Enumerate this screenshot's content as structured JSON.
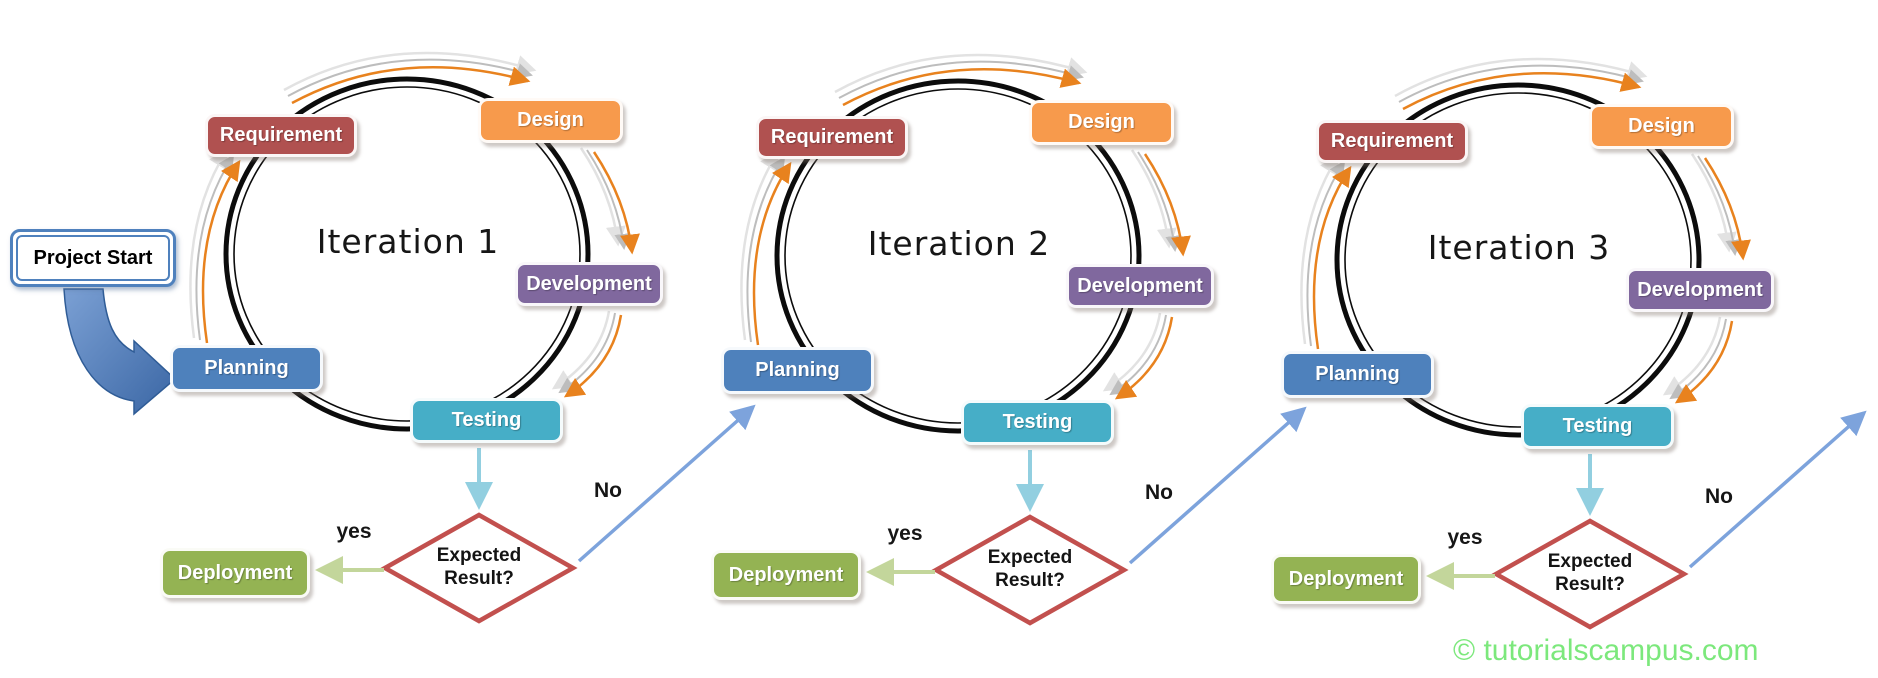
{
  "project_start": {
    "label": "Project Start"
  },
  "iterations": [
    {
      "title": "Iteration 1",
      "stages": {
        "requirement": "Requirement",
        "design": "Design",
        "development": "Development",
        "planning": "Planning",
        "testing": "Testing"
      },
      "decision": {
        "line1": "Expected",
        "line2": "Result?"
      },
      "deployment_label": "Deployment",
      "yes_label": "yes",
      "no_label": "No"
    },
    {
      "title": "Iteration 2",
      "stages": {
        "requirement": "Requirement",
        "design": "Design",
        "development": "Development",
        "planning": "Planning",
        "testing": "Testing"
      },
      "decision": {
        "line1": "Expected",
        "line2": "Result?"
      },
      "deployment_label": "Deployment",
      "yes_label": "yes",
      "no_label": "No"
    },
    {
      "title": "Iteration 3",
      "stages": {
        "requirement": "Requirement",
        "design": "Design",
        "development": "Development",
        "planning": "Planning",
        "testing": "Testing"
      },
      "decision": {
        "line1": "Expected",
        "line2": "Result?"
      },
      "deployment_label": "Deployment",
      "yes_label": "yes",
      "no_label": "No"
    }
  ],
  "watermark": "© tutorialscampus.com",
  "colors": {
    "requirement": "#b05150",
    "design": "#f79a4c",
    "development": "#80689e",
    "planning": "#4e81bc",
    "testing": "#46aec7",
    "deployment": "#94b353",
    "decision_border": "#c2504e",
    "cycle_ring": "#0c0c0c",
    "flow_orange": "#e8821e",
    "flow_gray": "#bdbdbd",
    "no_arrow_blue": "#7da3dc",
    "testing_arrow_blue": "#92cfe0",
    "yes_arrow_green": "#c3d69b",
    "start_border_blue": "#4f81bd",
    "watermark_green": "#7ce87c"
  }
}
